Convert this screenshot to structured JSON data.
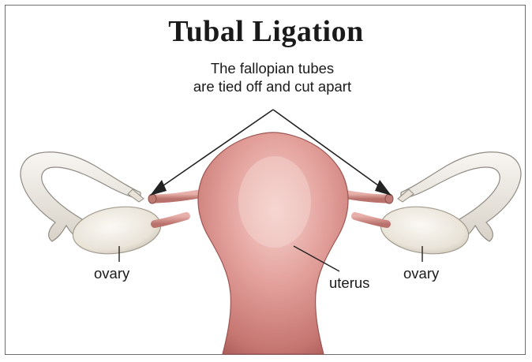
{
  "title": "Tubal Ligation",
  "subtitle_line1": "The fallopian tubes",
  "subtitle_line2": "are tied off and cut apart",
  "labels": {
    "ovary_left": "ovary",
    "ovary_right": "ovary",
    "uterus": "uterus"
  },
  "colors": {
    "uterus": "#d98a8a",
    "uterus_shadow": "#b7625f",
    "uterus_highlight": "#f3c9c4",
    "ovary": "#ece6dc",
    "tube_outline": "#8a8a8a",
    "line": "#222222"
  }
}
